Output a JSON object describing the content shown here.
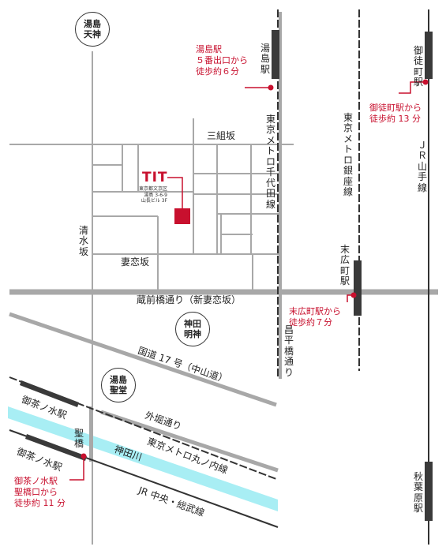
{
  "landmarks": {
    "yushima_tenjin": [
      "湯島",
      "天神"
    ],
    "kanda_myojin": [
      "神田",
      "明神"
    ],
    "yushima_seido": [
      "湯島",
      "聖堂"
    ]
  },
  "destination": {
    "name": "TIT",
    "address": [
      "東京都文京区",
      "湯島 3-6-9",
      "山長ビル 3F"
    ],
    "color": "#c8102e"
  },
  "streets": {
    "sangumizaka": "三組坂",
    "shimizuzaka": "清水坂",
    "tsumakoizaka": "妻恋坂",
    "kuramaebashi": "蔵前橋通り（新妻恋坂）",
    "shoheibashi": "昌平橋通り",
    "route17": "国道 17 号（中山道）",
    "sotobori": "外堀通り",
    "hijiribashi": "聖橋",
    "kandagawa": "神田川"
  },
  "lines": {
    "chiyoda": "東京メトロ千代田線",
    "ginza": "東京メトロ銀座線",
    "yamanote": "ＪＲ山手線",
    "marunouchi": "東京メトロ丸ノ内線",
    "chuo_sobu": "JR 中央・総武線"
  },
  "stations": {
    "yushima": "湯島駅",
    "suehirocho": "末広町駅",
    "okachimachi": "御徒町駅",
    "akihabara": "秋葉原駅",
    "ochanomizu_metro": "御茶ノ水駅",
    "ochanomizu_jr": "御茶ノ水駅"
  },
  "walk_notes": {
    "yushima": [
      "湯島駅",
      "５番出口から",
      "徒歩約６分"
    ],
    "okachimachi": [
      "御徒町駅から",
      "徒歩約 13 分"
    ],
    "suehirocho": [
      "末広町駅から",
      "徒歩約７分"
    ],
    "ochanomizu": [
      "御茶ノ水駅",
      "聖橋口から",
      "徒歩約 11 分"
    ]
  },
  "colors": {
    "road": "#a8a8a8",
    "rail": "#333333",
    "station": "#3a3a3a",
    "river": "#a8eef4",
    "accent": "#c8102e"
  }
}
